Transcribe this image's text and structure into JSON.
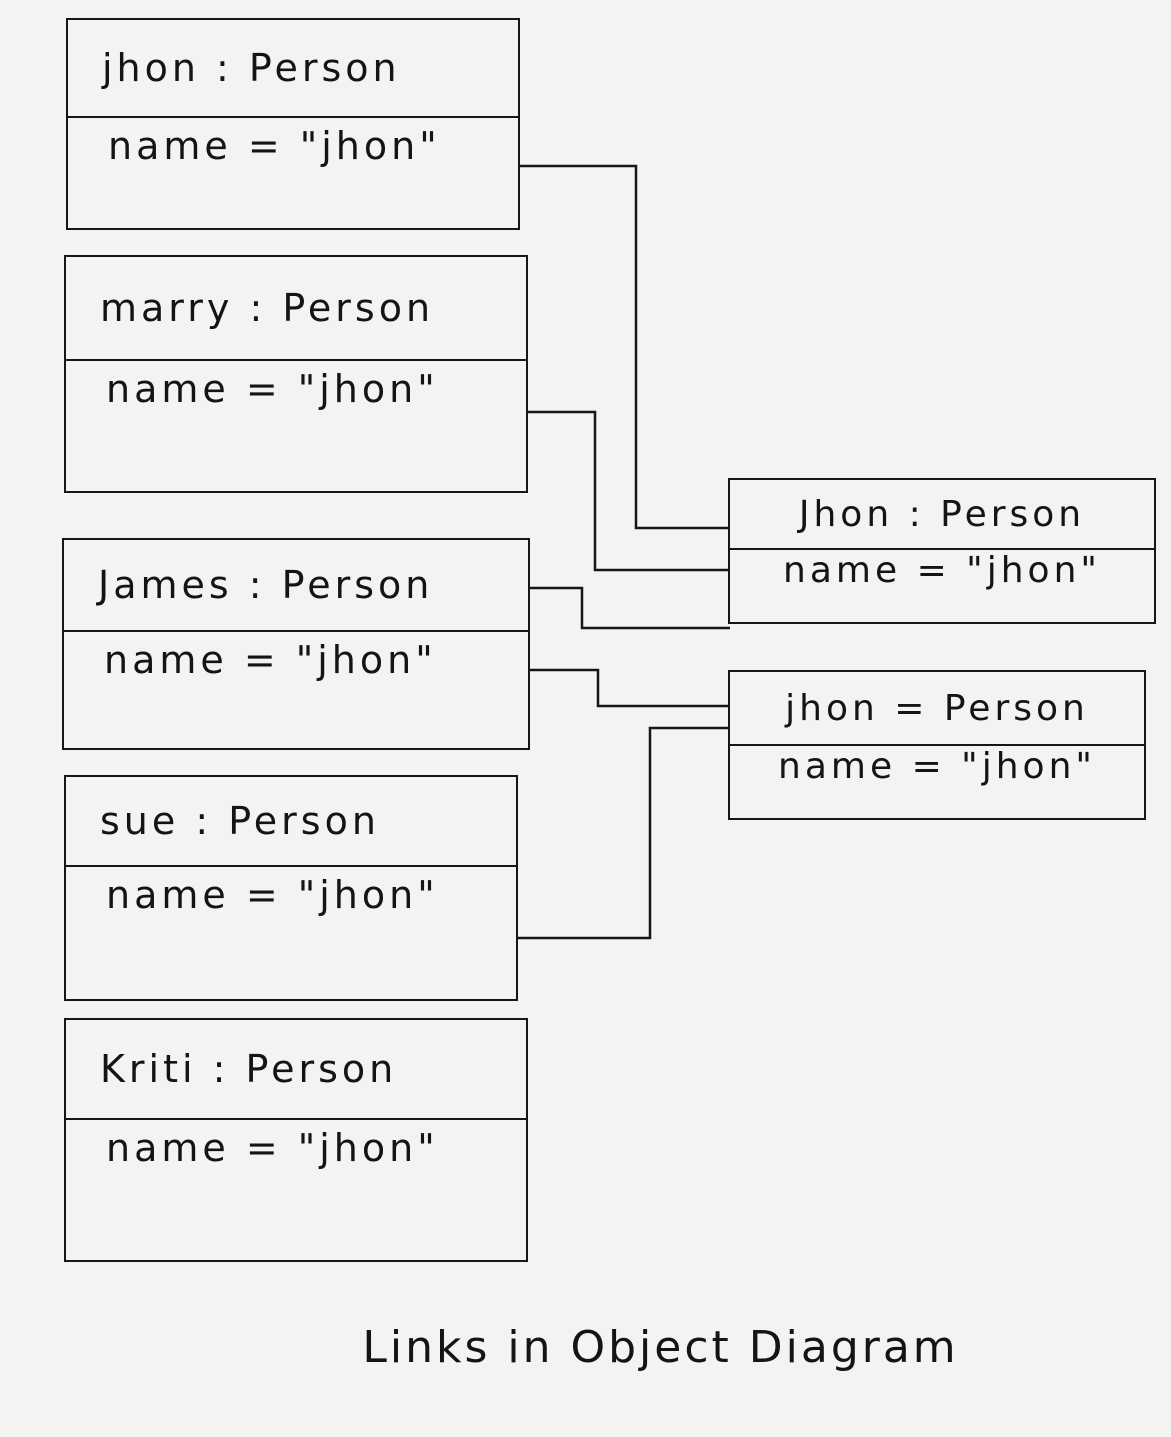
{
  "objects": [
    {
      "id": "jhon",
      "title": "jhon : Person",
      "attribute": "name = \"jhon\""
    },
    {
      "id": "marry",
      "title": "marry : Person",
      "attribute": "name = \"jhon\""
    },
    {
      "id": "james",
      "title": "James : Person",
      "attribute": "name = \"jhon\""
    },
    {
      "id": "sue",
      "title": "sue : Person",
      "attribute": "name = \"jhon\""
    },
    {
      "id": "kriti",
      "title": "Kriti : Person",
      "attribute": "name = \"jhon\""
    },
    {
      "id": "jhon-right-1",
      "title": "Jhon : Person",
      "attribute": "name = \"jhon\""
    },
    {
      "id": "jhon-right-2",
      "title": "jhon = Person",
      "attribute": "name = \"jhon\""
    }
  ],
  "links": [
    {
      "from": "jhon",
      "to": "jhon-right-1"
    },
    {
      "from": "marry",
      "to": "jhon-right-1"
    },
    {
      "from": "james",
      "to": "jhon-right-1"
    },
    {
      "from": "james",
      "to": "jhon-right-2"
    },
    {
      "from": "sue",
      "to": "jhon-right-2"
    }
  ],
  "caption": "Links in Object Diagram"
}
